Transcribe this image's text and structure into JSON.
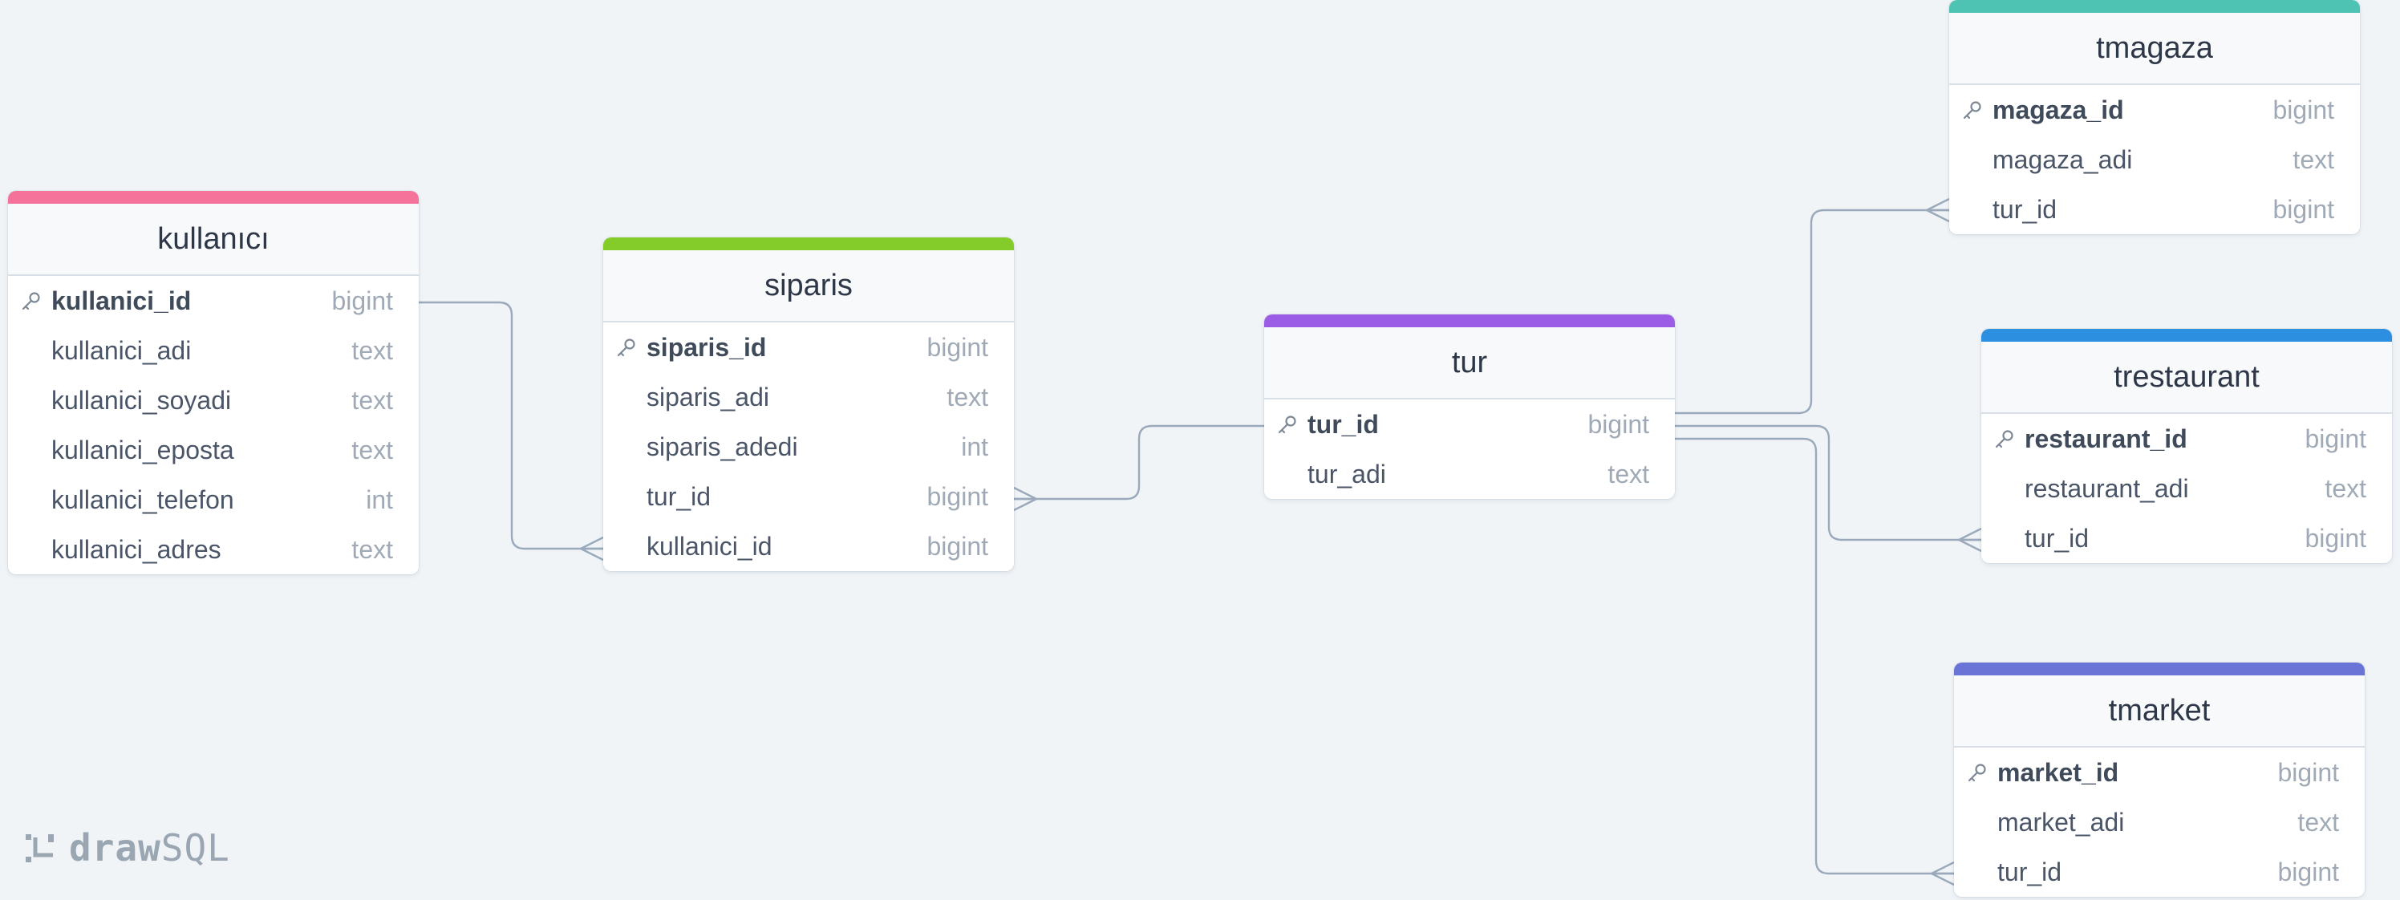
{
  "brand": {
    "icon": "drawsql-logo-icon",
    "part1": "draw",
    "part2": "SQL"
  },
  "tables": [
    {
      "id": "kullanici",
      "title": "kullanıcı",
      "accent": "#f5739a",
      "columns": [
        {
          "name": "kullanici_id",
          "type": "bigint",
          "pk": true
        },
        {
          "name": "kullanici_adi",
          "type": "text",
          "pk": false
        },
        {
          "name": "kullanici_soyadi",
          "type": "text",
          "pk": false
        },
        {
          "name": "kullanici_eposta",
          "type": "text",
          "pk": false
        },
        {
          "name": "kullanici_telefon",
          "type": "int",
          "pk": false
        },
        {
          "name": "kullanici_adres",
          "type": "text",
          "pk": false
        }
      ]
    },
    {
      "id": "siparis",
      "title": "siparis",
      "accent": "#84cc2a",
      "columns": [
        {
          "name": "siparis_id",
          "type": "bigint",
          "pk": true
        },
        {
          "name": "siparis_adi",
          "type": "text",
          "pk": false
        },
        {
          "name": "siparis_adedi",
          "type": "int",
          "pk": false
        },
        {
          "name": "tur_id",
          "type": "bigint",
          "pk": false
        },
        {
          "name": "kullanici_id",
          "type": "bigint",
          "pk": false
        }
      ]
    },
    {
      "id": "tur",
      "title": "tur",
      "accent": "#9b5de5",
      "columns": [
        {
          "name": "tur_id",
          "type": "bigint",
          "pk": true
        },
        {
          "name": "tur_adi",
          "type": "text",
          "pk": false
        }
      ]
    },
    {
      "id": "tmagaza",
      "title": "tmagaza",
      "accent": "#4fc3b3",
      "columns": [
        {
          "name": "magaza_id",
          "type": "bigint",
          "pk": true
        },
        {
          "name": "magaza_adi",
          "type": "text",
          "pk": false
        },
        {
          "name": "tur_id",
          "type": "bigint",
          "pk": false
        }
      ]
    },
    {
      "id": "trestaurant",
      "title": "trestaurant",
      "accent": "#2d8fe0",
      "columns": [
        {
          "name": "restaurant_id",
          "type": "bigint",
          "pk": true
        },
        {
          "name": "restaurant_adi",
          "type": "text",
          "pk": false
        },
        {
          "name": "tur_id",
          "type": "bigint",
          "pk": false
        }
      ]
    },
    {
      "id": "tmarket",
      "title": "tmarket",
      "accent": "#6a73d6",
      "columns": [
        {
          "name": "market_id",
          "type": "bigint",
          "pk": true
        },
        {
          "name": "market_adi",
          "type": "text",
          "pk": false
        },
        {
          "name": "tur_id",
          "type": "bigint",
          "pk": false
        }
      ]
    }
  ],
  "relations": [
    {
      "from": "kullanici.kullanici_id",
      "to": "siparis.kullanici_id",
      "cardinality": "one-to-many"
    },
    {
      "from": "tur.tur_id",
      "to": "siparis.tur_id",
      "cardinality": "one-to-many"
    },
    {
      "from": "tur.tur_id",
      "to": "tmagaza.tur_id",
      "cardinality": "one-to-many"
    },
    {
      "from": "tur.tur_id",
      "to": "trestaurant.tur_id",
      "cardinality": "one-to-many"
    },
    {
      "from": "tur.tur_id",
      "to": "tmarket.tur_id",
      "cardinality": "one-to-many"
    }
  ],
  "colors": {
    "link": "#9aa9bb",
    "key_icon": "#7d8896"
  }
}
